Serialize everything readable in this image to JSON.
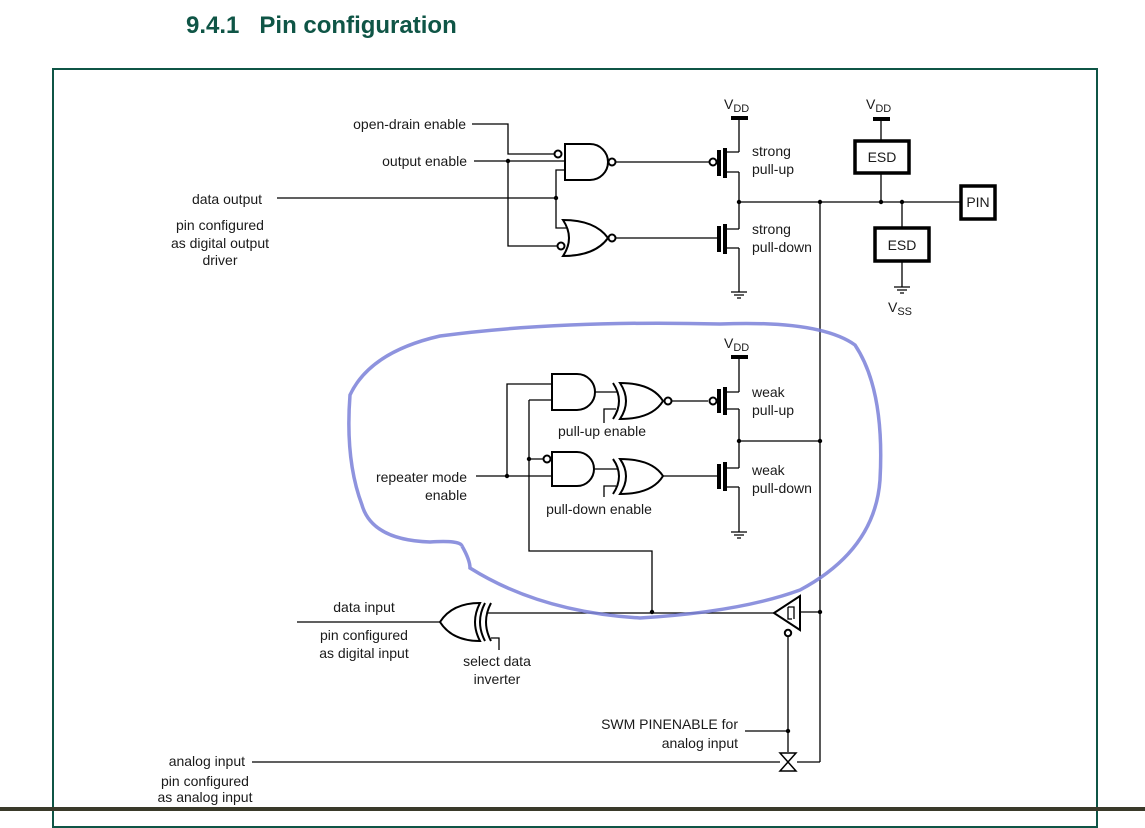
{
  "section": {
    "number": "9.4.1",
    "title": "Pin configuration"
  },
  "supply": {
    "vdd_main": "V",
    "vdd_sub": "DD",
    "vss_main": "V",
    "vss_sub": "SS"
  },
  "labels": {
    "open_drain_enable": "open-drain enable",
    "output_enable": "output enable",
    "data_output": "data output",
    "digital_output_1": "pin configured",
    "digital_output_2": "as digital output",
    "digital_output_3": "driver",
    "strong_pu_1": "strong",
    "strong_pu_2": "pull-up",
    "strong_pd_1": "strong",
    "strong_pd_2": "pull-down",
    "esd_top": "ESD",
    "esd_bottom": "ESD",
    "pin": "PIN",
    "weak_pu_1": "weak",
    "weak_pu_2": "pull-up",
    "weak_pd_1": "weak",
    "weak_pd_2": "pull-down",
    "pull_up_enable": "pull-up enable",
    "pull_down_enable": "pull-down enable",
    "repeater_1": "repeater mode",
    "repeater_2": "enable",
    "data_input": "data input",
    "digital_input_1": "pin configured",
    "digital_input_2": "as digital input",
    "select_inv_1": "select data",
    "select_inv_2": "inverter",
    "swm_1": "SWM PINENABLE for",
    "swm_2": "analog input",
    "analog_input": "analog input",
    "analog_cfg_1": "pin configured",
    "analog_cfg_2": "as analog input"
  },
  "colors": {
    "heading": "#0f5546",
    "annotation": "#7a80d8"
  }
}
